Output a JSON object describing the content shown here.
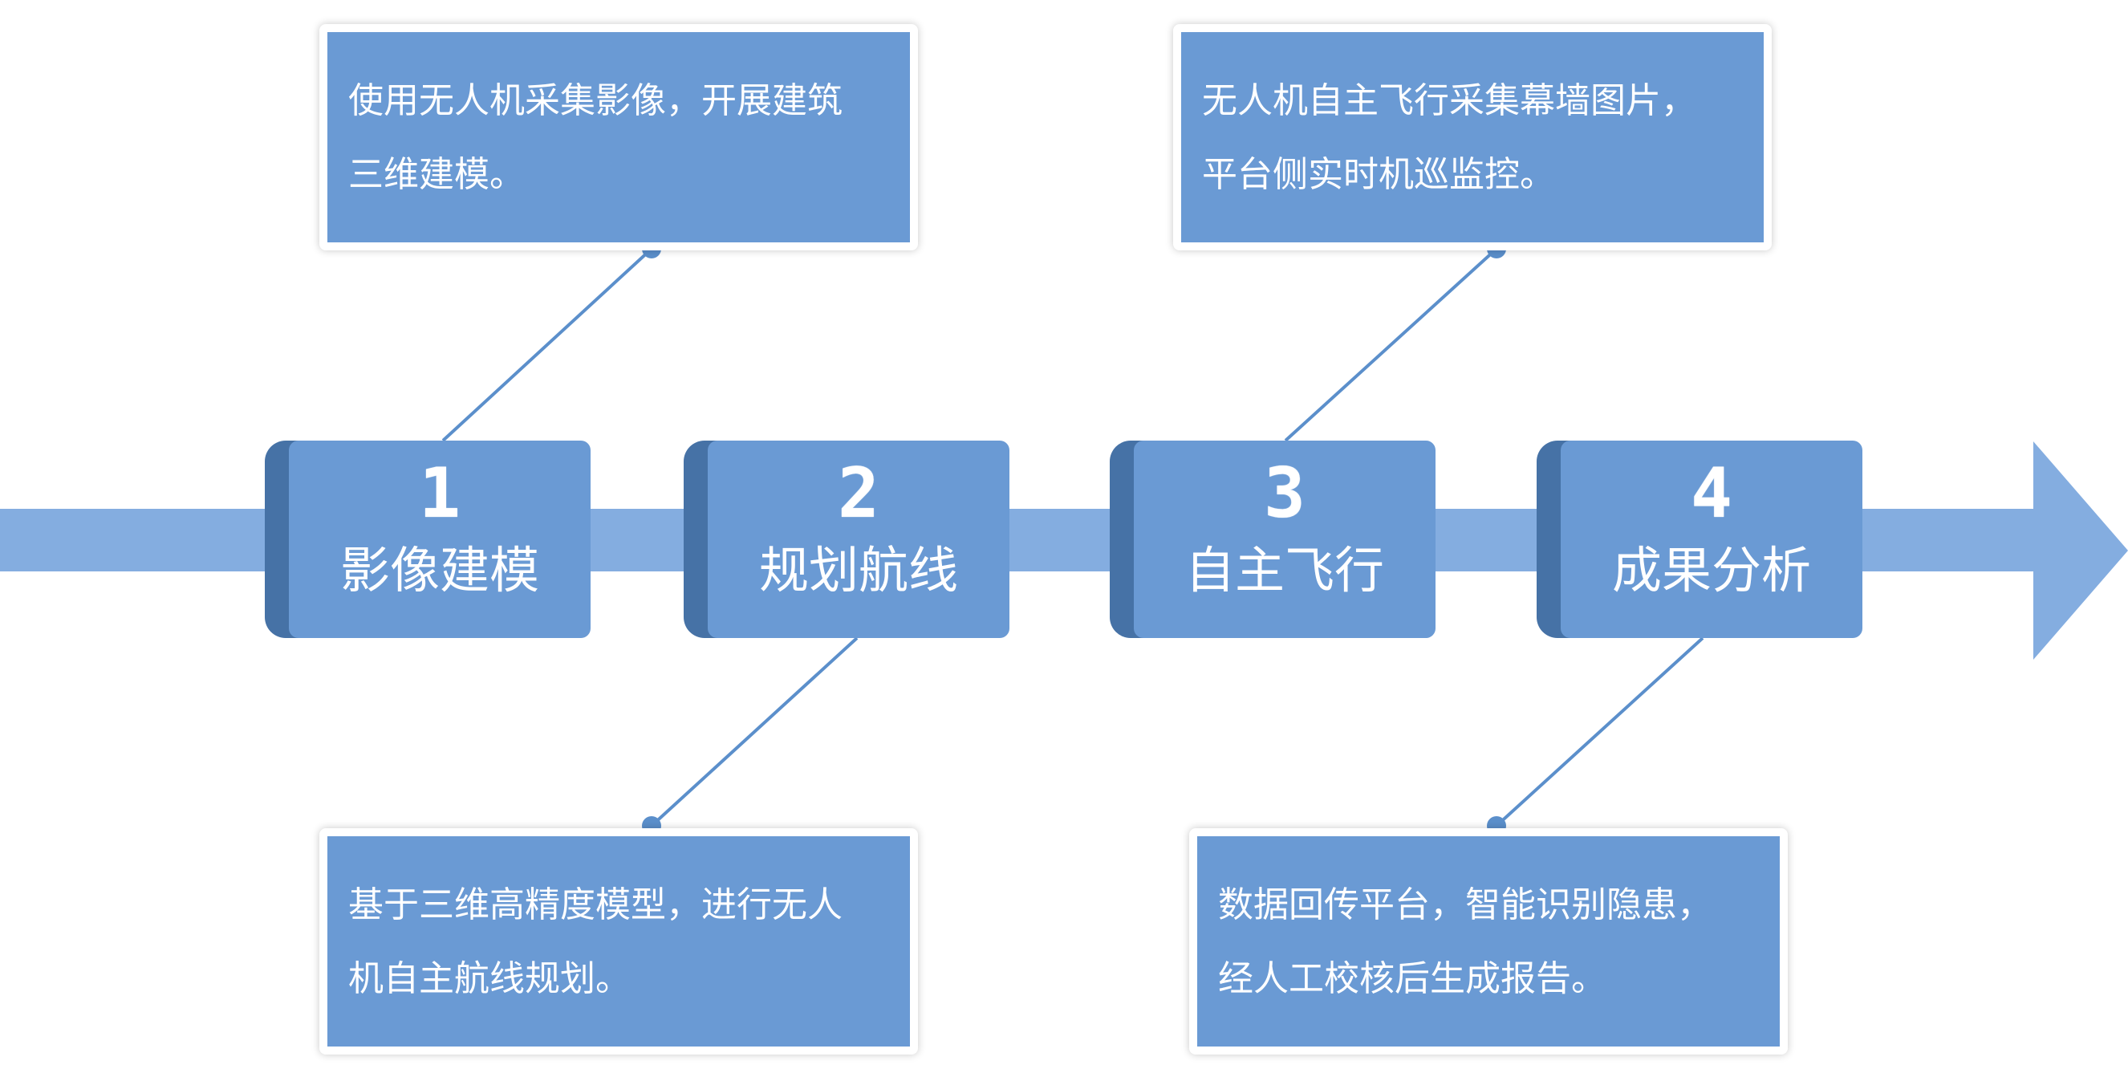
{
  "colors": {
    "bar": "#84ade0",
    "box": "#6a9ad4",
    "tab": "#4672a6",
    "connector": "#5b8fcb",
    "text": "#ffffff"
  },
  "stages": [
    {
      "number": "1",
      "title": "影像建模"
    },
    {
      "number": "2",
      "title": "规划航线"
    },
    {
      "number": "3",
      "title": "自主飞行"
    },
    {
      "number": "4",
      "title": "成果分析"
    }
  ],
  "descriptions": [
    {
      "lines": [
        "使用无人机采集影像，开展建筑",
        "三维建模。"
      ]
    },
    {
      "lines": [
        "基于三维高精度模型，进行无人",
        "机自主航线规划。"
      ]
    },
    {
      "lines": [
        "无人机自主飞行采集幕墙图片，",
        "平台侧实时机巡监控。"
      ]
    },
    {
      "lines": [
        "数据回传平台，智能识别隐患，",
        "经人工校核后生成报告。"
      ]
    }
  ]
}
